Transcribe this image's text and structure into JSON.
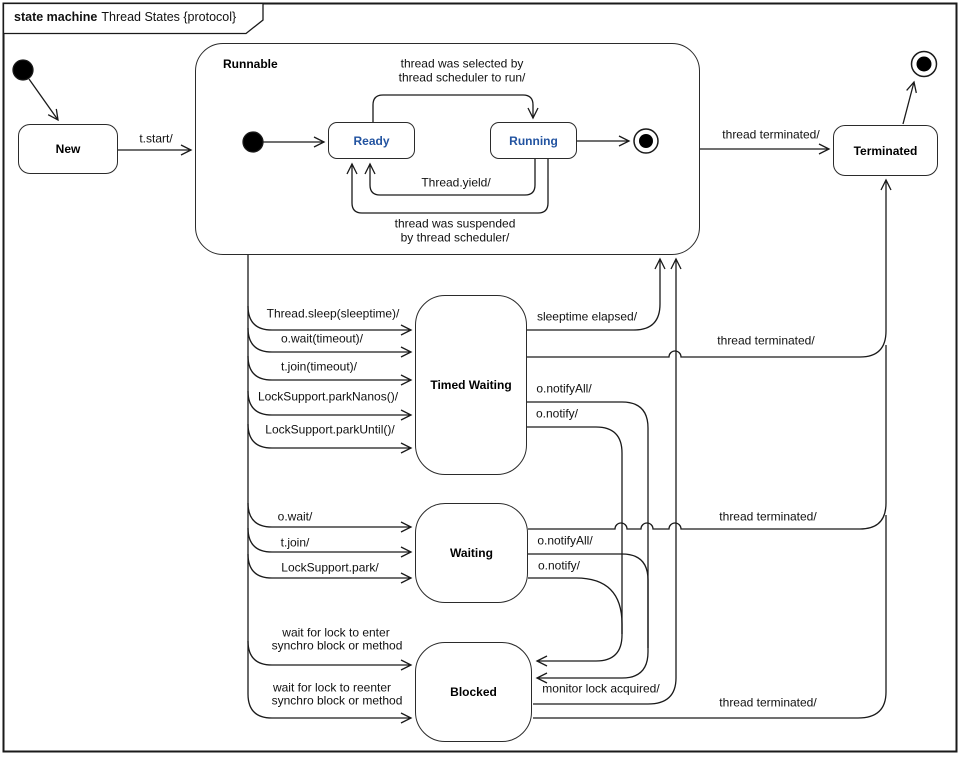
{
  "frame": {
    "title_keyword": "state machine",
    "title_rest": "Thread States {protocol}"
  },
  "states": {
    "new": "New",
    "runnable": "Runnable",
    "ready": "Ready",
    "running": "Running",
    "terminated": "Terminated",
    "timed_waiting": "Timed Waiting",
    "waiting": "Waiting",
    "blocked": "Blocked"
  },
  "transitions": {
    "t_start": "t.start/",
    "selected_1": "thread was selected by",
    "selected_2": "thread scheduler to run/",
    "yield": "Thread.yield/",
    "suspended_1": "thread was suspended",
    "suspended_2": "by thread scheduler/",
    "thread_terminated": "thread terminated/",
    "sleep": "Thread.sleep(sleeptime)/",
    "wait_timeout": "o.wait(timeout)/",
    "join_timeout": "t.join(timeout)/",
    "park_nanos": "LockSupport.parkNanos()/",
    "park_until": "LockSupport.parkUntil()/",
    "sleeptime_elapsed": "sleeptime elapsed/",
    "notify_all": "o.notifyAll/",
    "notify": "o.notify/",
    "o_wait": "o.wait/",
    "t_join": "t.join/",
    "park": "LockSupport.park/",
    "wait_enter_1": "wait for lock to enter",
    "wait_enter_2": "synchro block or method",
    "wait_reenter_1": "wait for lock to reenter",
    "wait_reenter_2": "synchro block or method",
    "monitor": "monitor lock acquired/"
  },
  "colors": {
    "substate_text": "#2253A0",
    "line": "#1a1a1a",
    "fill": "#ffffff",
    "state_text": "#000000"
  }
}
